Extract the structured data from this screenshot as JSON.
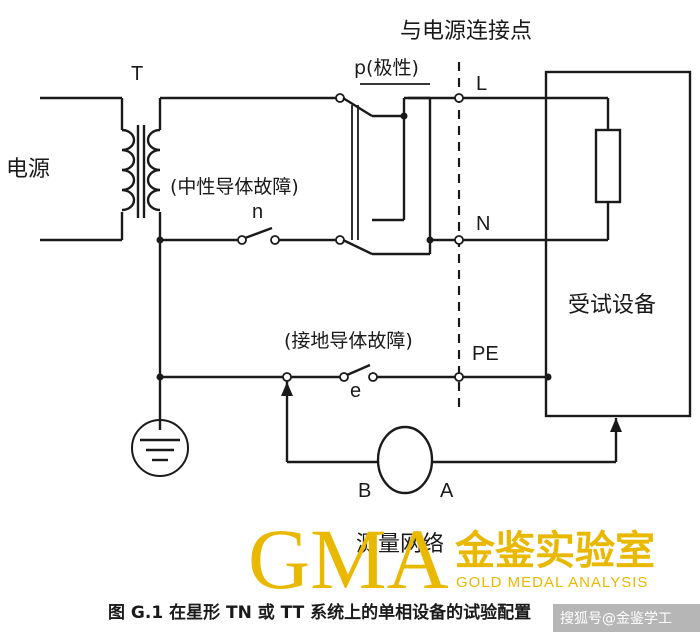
{
  "labels": {
    "power_source": "电源",
    "transformer": "T",
    "connection_point": "与电源连接点",
    "polarity_switch": "p(极性)",
    "line": "L",
    "neutral": "N",
    "neutral_fault": "(中性导体故障)",
    "neutral_switch": "n",
    "protective_earth": "PE",
    "earth_fault": "(接地导体故障)",
    "earth_switch": "e",
    "equipment_under_test": "受试设备",
    "meter_terminal_b": "B",
    "meter_terminal_a": "A",
    "measuring_network": "测量网络"
  },
  "caption": "图 G.1 在星形 TN 或 TT 系统上的单相设备的试验配置",
  "logo": {
    "mark": "GMA",
    "name_cn": "金鉴实验室",
    "name_en": "GOLD MEDAL ANALYSIS"
  },
  "watermark": "搜狐号@金鉴学工",
  "colors": {
    "line_art": "#1a1a1a",
    "logo_gold": "#e9b800"
  }
}
